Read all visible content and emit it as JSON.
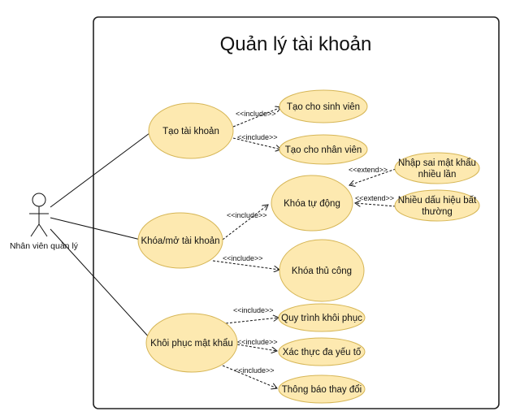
{
  "diagram": {
    "title": "Quản lý tài khoản",
    "actor": "Nhân viên quản lý",
    "use_cases": {
      "create": "Tạo tài khoản",
      "create_student": "Tạo cho sinh viên",
      "create_staff": "Tạo cho nhân viên",
      "lock": "Khóa/mở tài khoản",
      "auto_lock": "Khóa tự động",
      "wrong_password_line1": "Nhập sai mật khẩu",
      "wrong_password_line2": "nhiều lần",
      "suspicious_line1": "Nhiều dấu hiệu bất",
      "suspicious_line2": "thường",
      "manual_lock": "Khóa thủ công",
      "recover": "Khôi phục mật khẩu",
      "recover_flow": "Quy trình khôi phục",
      "mfa": "Xác thực đa yếu tố",
      "notify": "Thông báo thay đổi"
    },
    "relations": {
      "include": "<<include>>",
      "extend": "<<extend>>"
    },
    "colors": {
      "usecase_fill": "#fde9b0",
      "usecase_stroke": "#d6b656",
      "border": "#222222",
      "line": "#111111"
    }
  }
}
